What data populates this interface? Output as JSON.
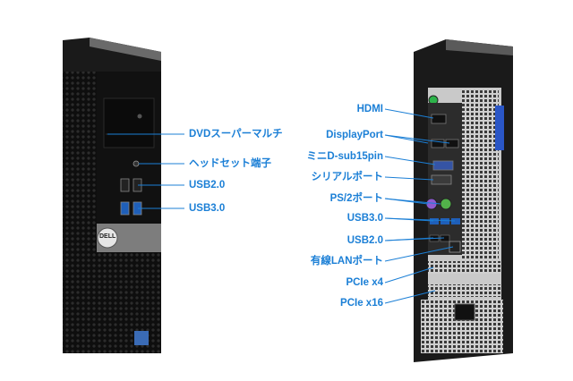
{
  "labels": {
    "front": {
      "dvd": "DVDスーパーマルチ",
      "headset": "ヘッドセット端子",
      "usb2": "USB2.0",
      "usb3": "USB3.0"
    },
    "rear": {
      "hdmi": "HDMI",
      "displayport": "DisplayPort",
      "minidsub": "ミニD-sub15pin",
      "serial": "シリアルポート",
      "ps2": "PS/2ポート",
      "usb3": "USB3.0",
      "usb2": "USB2.0",
      "lan": "有線LANポート",
      "pcie_x4": "PCIe x4",
      "pcie_x16": "PCIe x16"
    }
  },
  "logo_text": "DELL",
  "colors": {
    "label": "#1b7fd6",
    "case_black": "#161616",
    "panel_gray": "#7d7d7d"
  }
}
